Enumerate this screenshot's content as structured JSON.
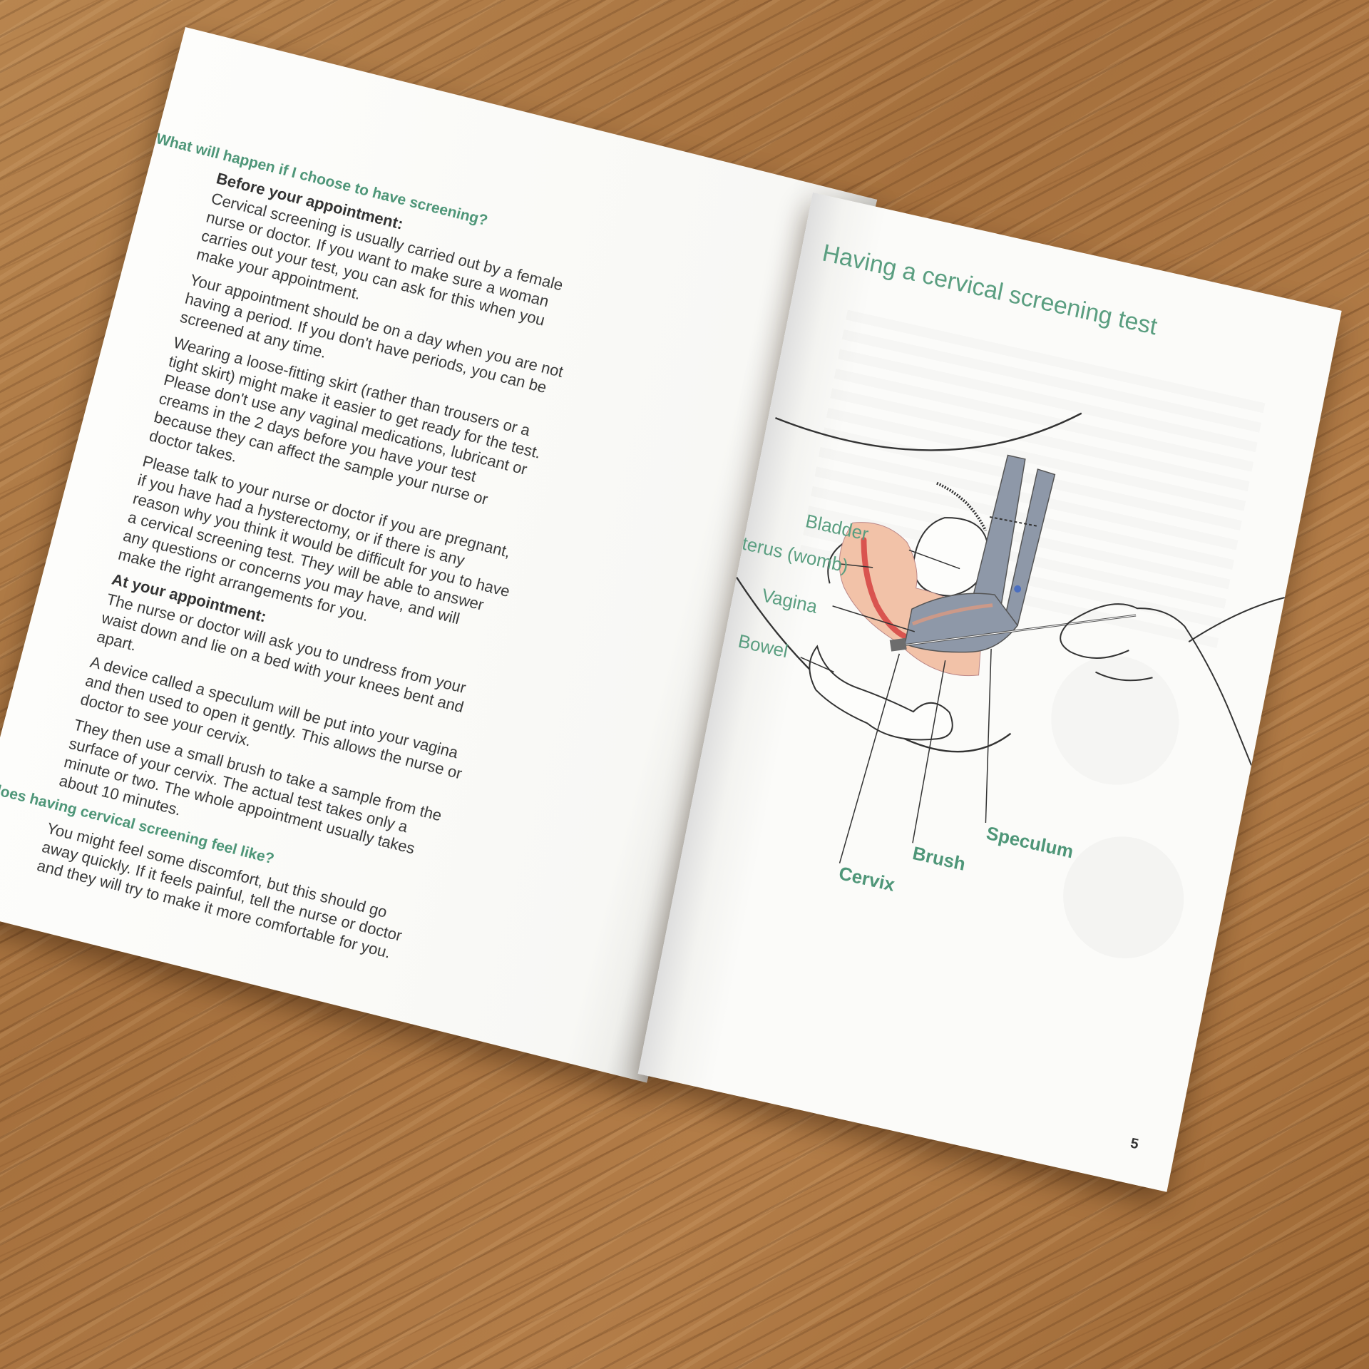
{
  "left_page": {
    "heading_1": "What will happen if I choose to have screening?",
    "sub_1": "Before your appointment:",
    "p1": "Cervical screening is usually carried out by a female nurse or doctor. If you want to make sure a woman carries out your test, you can ask for this when you make your appointment.",
    "p2": "Your appointment should be on a day when you are not having a period. If you don't have periods, you can be screened at any time.",
    "p3": "Wearing a loose-fitting skirt (rather than trousers or a tight skirt) might make it easier to get ready for the test. Please don't use any vaginal medications, lubricant or creams in the 2 days before you have your test because they can affect the sample your nurse or doctor takes.",
    "p4": "Please talk to your nurse or doctor if you are pregnant, if you have had a hysterectomy, or if there is any reason why you think it would be difficult for you to have a cervical screening test. They will be able to answer any questions or concerns you may have, and will make the right arrangements for you.",
    "sub_2": "At your appointment:",
    "p5": "The nurse or doctor will ask you to undress from your waist down and lie on a bed with your knees bent and apart.",
    "p6": "A device called a speculum will be put into your vagina and then used to open it gently. This allows the nurse or doctor to see your cervix.",
    "p7": "They then use a small brush to take a sample from the surface of your cervix. The actual test takes only a minute or two. The whole appointment usually takes about 10 minutes.",
    "heading_2": "hat does having cervical screening feel like?",
    "p8": "You might feel some discomfort, but this should go away quickly. If it feels painful, tell the nurse or doctor and they will try to make it more comfortable for you."
  },
  "right_page": {
    "title": "Having a cervical screening test",
    "diagram_labels": {
      "bladder": "Bladder",
      "uterus": "Uterus (womb)",
      "vagina": "Vagina",
      "bowel": "Bowel",
      "cervix": "Cervix",
      "brush": "Brush",
      "speculum": "Speculum"
    },
    "page_number": "5"
  },
  "colors": {
    "heading_green": "#4e9678",
    "label_green": "#5a9e80",
    "tissue_pink": "#f2c2a8",
    "uterus_red": "#d9544f",
    "speculum_grey": "#8e98a8",
    "wood": "#b07a45"
  }
}
